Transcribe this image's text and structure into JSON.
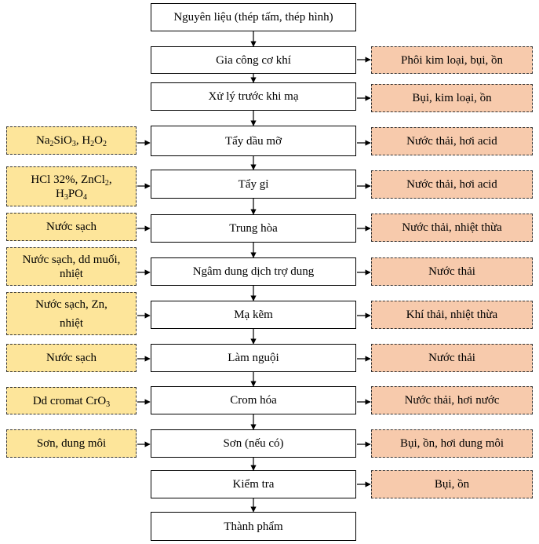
{
  "steps": [
    "Nguyên liệu (thép tấm, thép hình)",
    "Gia công cơ khí",
    "Xử lý trước khi mạ",
    "Tẩy dầu mỡ",
    "Tẩy gỉ",
    "Trung hòa",
    "Ngâm dung dịch trợ dung",
    "Mạ kẽm",
    "Làm nguội",
    "Crom hóa",
    "Sơn (nếu có)",
    "Kiểm tra",
    "Thành phẩm"
  ],
  "inputs": {
    "tay_dau_mo": {
      "a": "Na",
      "a_sub": "2",
      "b": "SiO",
      "b_sub": "3",
      "c": ", H",
      "c_sub": "2",
      "d": "O",
      "d_sub": "2"
    },
    "tay_gi": {
      "line1a": "HCl 32%, ZnCl",
      "line1a_sub": "2",
      "line1b": ",",
      "line2a": "H",
      "line2a_sub": "3",
      "line2b": "PO",
      "line2b_sub": "4"
    },
    "trung_hoa": "Nước sạch",
    "ngam": {
      "line1": "Nước sạch, dd muối,",
      "line2": "nhiệt"
    },
    "ma_kem": {
      "line1": "Nước sạch, Zn,",
      "line2": "nhiệt"
    },
    "lam_nguoi": "Nước sạch",
    "crom_hoa": {
      "text": "Dd cromat CrO",
      "sub": "3"
    },
    "son": "Sơn, dung môi"
  },
  "outputs": {
    "gia_cong": "Phôi kim loại, bụi, ồn",
    "xu_ly": "Bụi, kim loại, ồn",
    "tay_dau_mo": "Nước thải, hơi acid",
    "tay_gi": "Nước thải, hơi acid",
    "trung_hoa": "Nước thải, nhiệt thừa",
    "ngam": "Nước thải",
    "ma_kem": "Khí thải, nhiệt thừa",
    "lam_nguoi": "Nước thải",
    "crom_hoa": "Nước thải, hơi nước",
    "son": "Bụi, ồn, hơi dung môi",
    "kiem_tra": "Bụi, ồn"
  }
}
